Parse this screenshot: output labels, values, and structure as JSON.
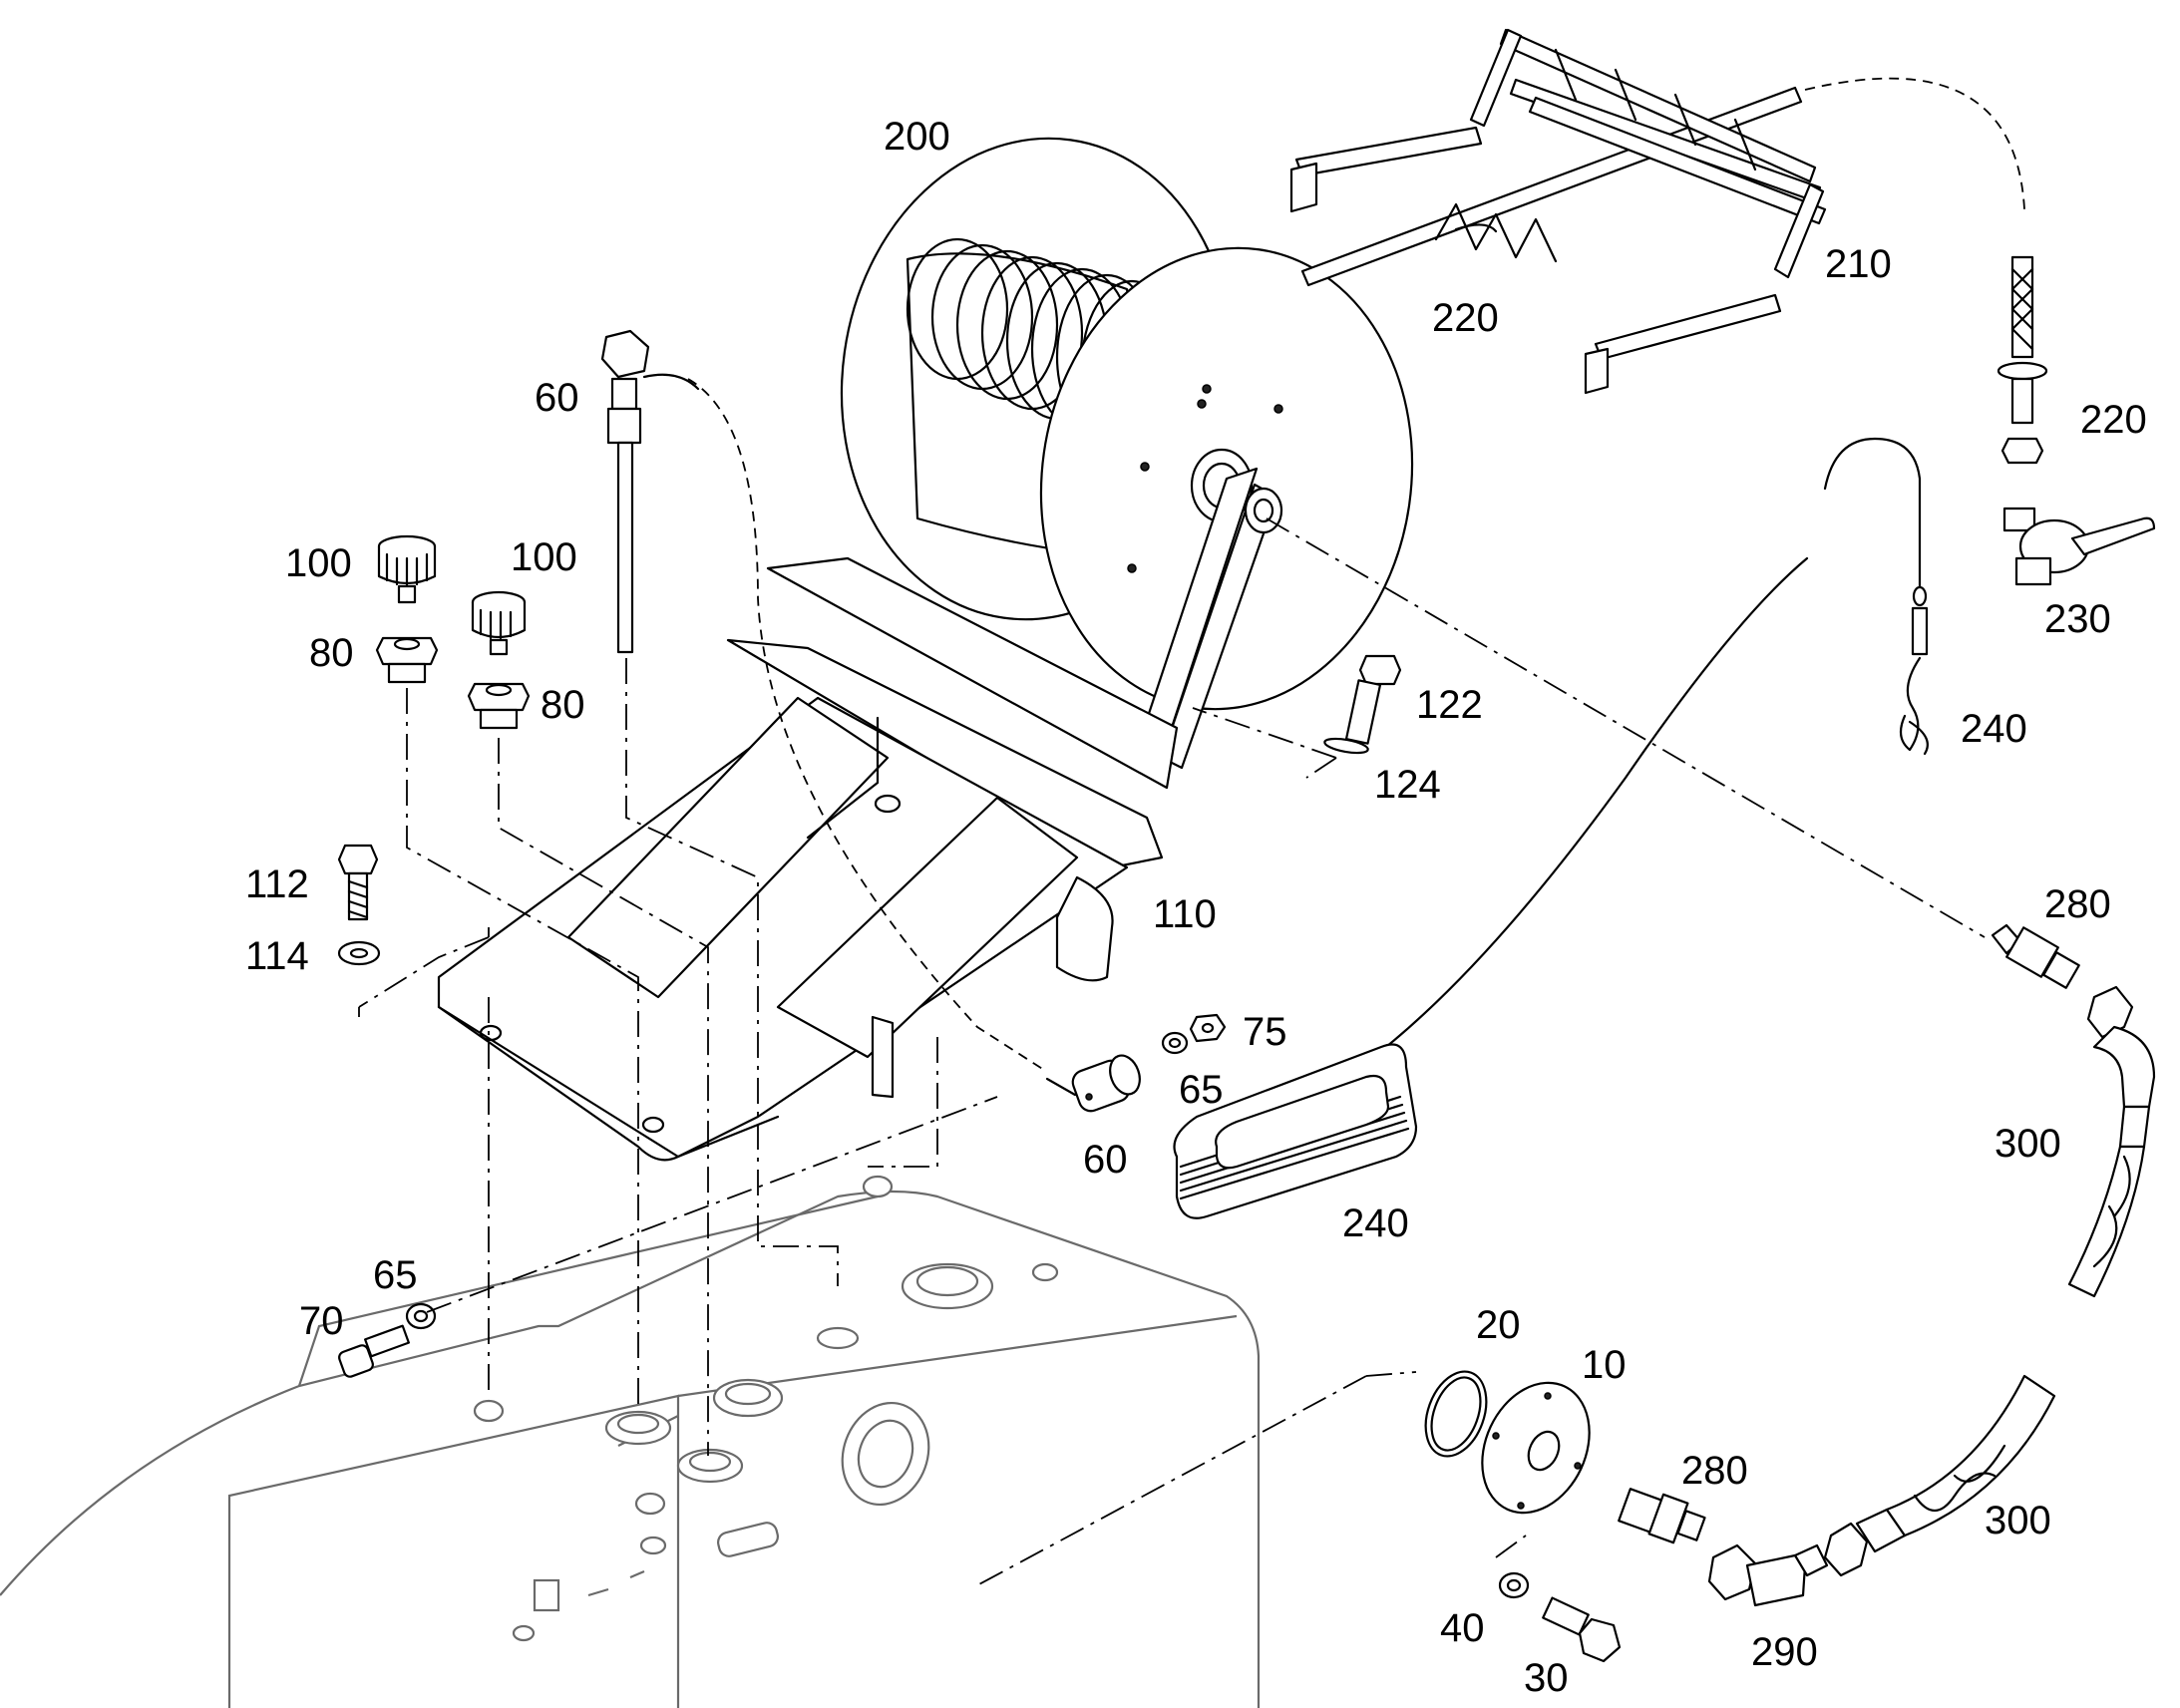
{
  "callouts": [
    {
      "id": "c-200",
      "text": "200"
    },
    {
      "id": "c-210",
      "text": "210"
    },
    {
      "id": "c-220a",
      "text": "220"
    },
    {
      "id": "c-220b",
      "text": "220"
    },
    {
      "id": "c-230",
      "text": "230"
    },
    {
      "id": "c-240a",
      "text": "240"
    },
    {
      "id": "c-240b",
      "text": "240"
    },
    {
      "id": "c-60a",
      "text": "60"
    },
    {
      "id": "c-60b",
      "text": "60"
    },
    {
      "id": "c-100a",
      "text": "100"
    },
    {
      "id": "c-100b",
      "text": "100"
    },
    {
      "id": "c-80a",
      "text": "80"
    },
    {
      "id": "c-80b",
      "text": "80"
    },
    {
      "id": "c-122",
      "text": "122"
    },
    {
      "id": "c-124",
      "text": "124"
    },
    {
      "id": "c-112",
      "text": "112"
    },
    {
      "id": "c-114",
      "text": "114"
    },
    {
      "id": "c-110",
      "text": "110"
    },
    {
      "id": "c-75",
      "text": "75"
    },
    {
      "id": "c-65a",
      "text": "65"
    },
    {
      "id": "c-65b",
      "text": "65"
    },
    {
      "id": "c-70",
      "text": "70"
    },
    {
      "id": "c-280a",
      "text": "280"
    },
    {
      "id": "c-280b",
      "text": "280"
    },
    {
      "id": "c-300a",
      "text": "300"
    },
    {
      "id": "c-300b",
      "text": "300"
    },
    {
      "id": "c-20",
      "text": "20"
    },
    {
      "id": "c-10",
      "text": "10"
    },
    {
      "id": "c-40",
      "text": "40"
    },
    {
      "id": "c-30",
      "text": "30"
    },
    {
      "id": "c-290",
      "text": "290"
    }
  ]
}
